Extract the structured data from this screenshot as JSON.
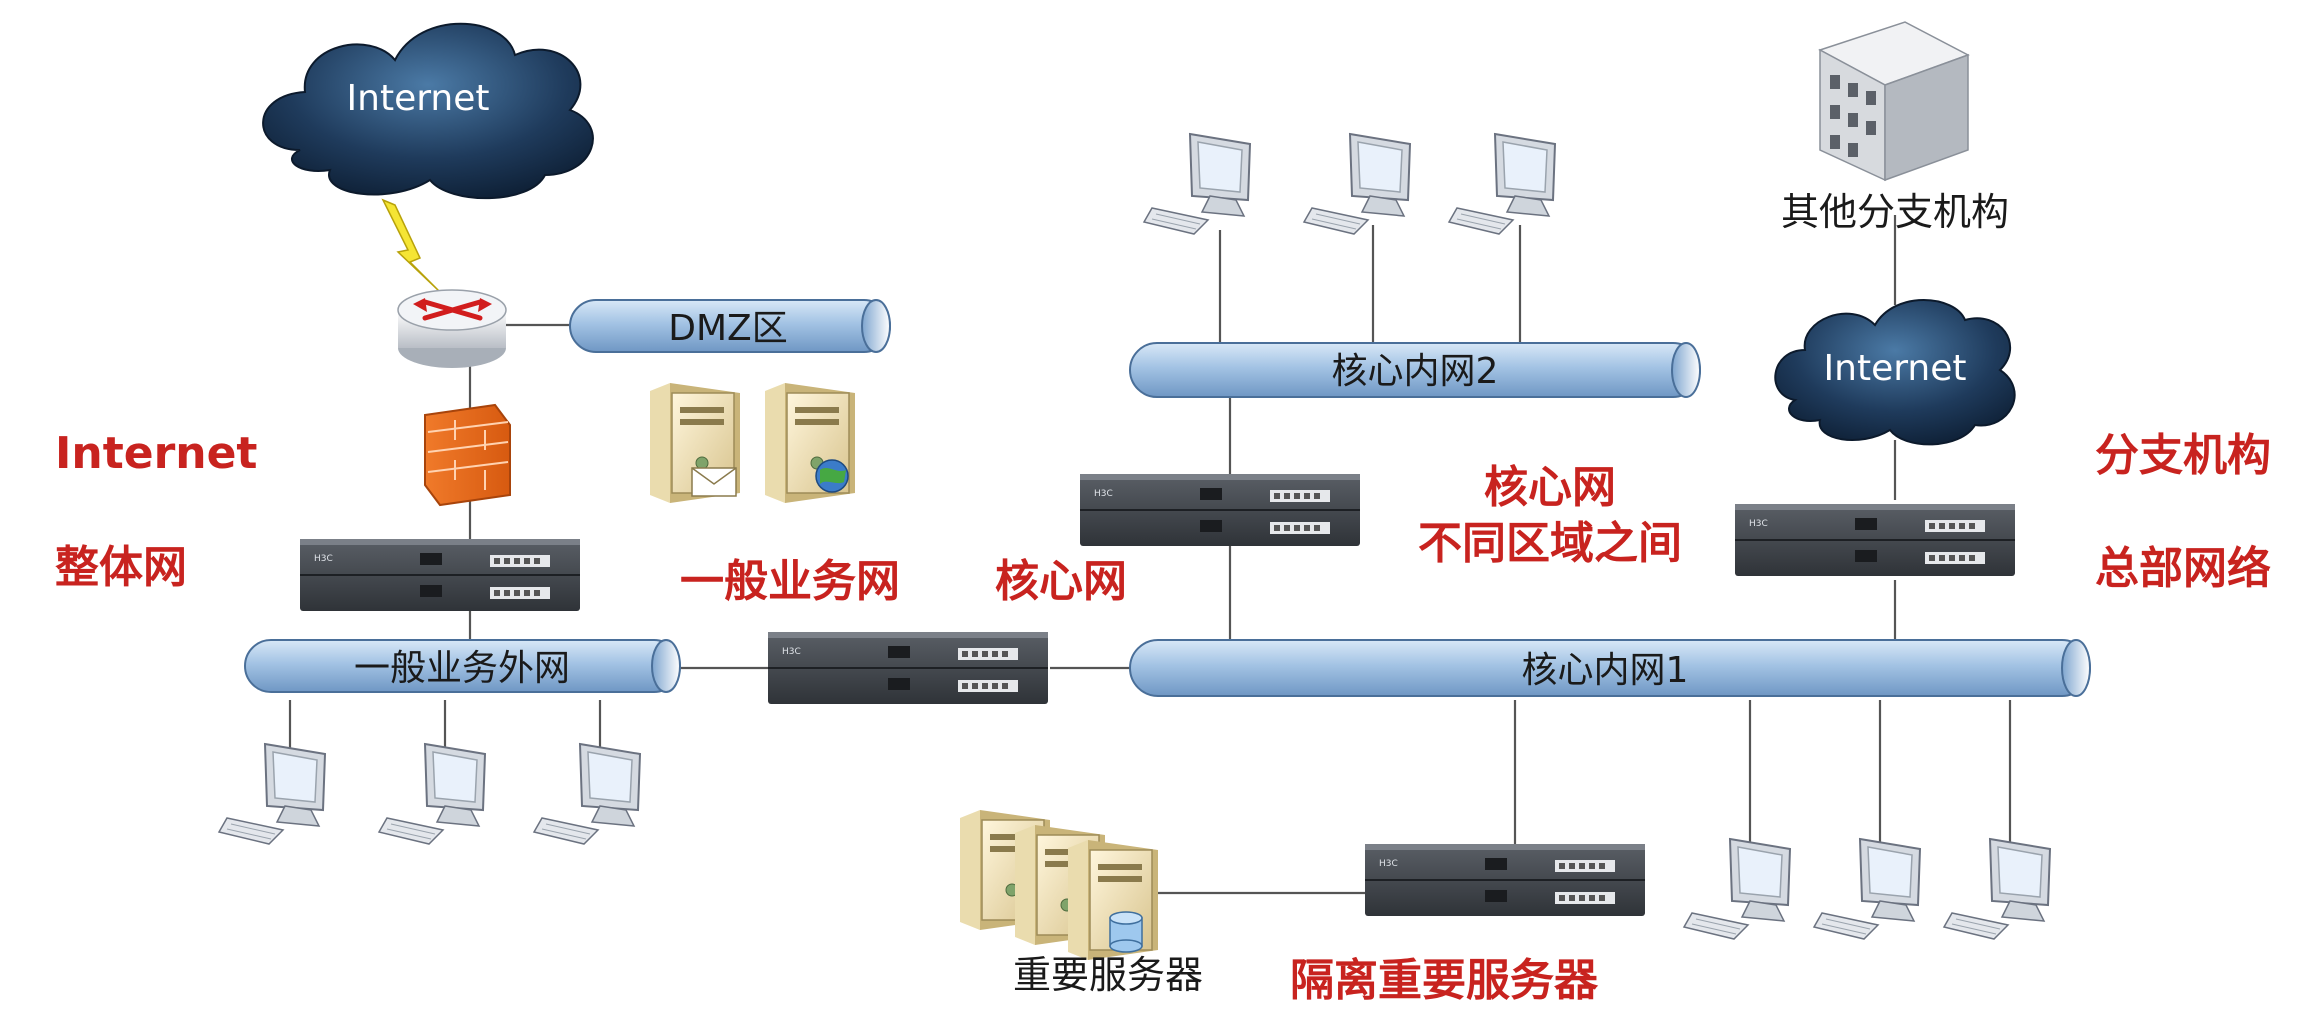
{
  "clouds": {
    "internet_left": "Internet",
    "internet_right": "Internet"
  },
  "buses": {
    "dmz": "DMZ区",
    "core2": "核心内网2",
    "general_external": "一般业务外网",
    "core1": "核心内网1"
  },
  "labels": {
    "branch_offices": "其他分支机构",
    "important_servers": "重要服务器"
  },
  "annotations": {
    "internet_overall_line1": "Internet",
    "internet_overall_line2": "整体网",
    "general_business_net": "一般业务网",
    "core_net": "核心网",
    "core_between_zones_line1": "核心网",
    "core_between_zones_line2": "不同区域之间",
    "branch_hq_line1": "分支机构",
    "branch_hq_line2": "总部网络",
    "isolate_servers": "隔离重要服务器"
  },
  "colors": {
    "annotation_red": "#c8231f",
    "bus_blue": "#a9c7e6",
    "cloud_dark": "#2b4a6b"
  }
}
